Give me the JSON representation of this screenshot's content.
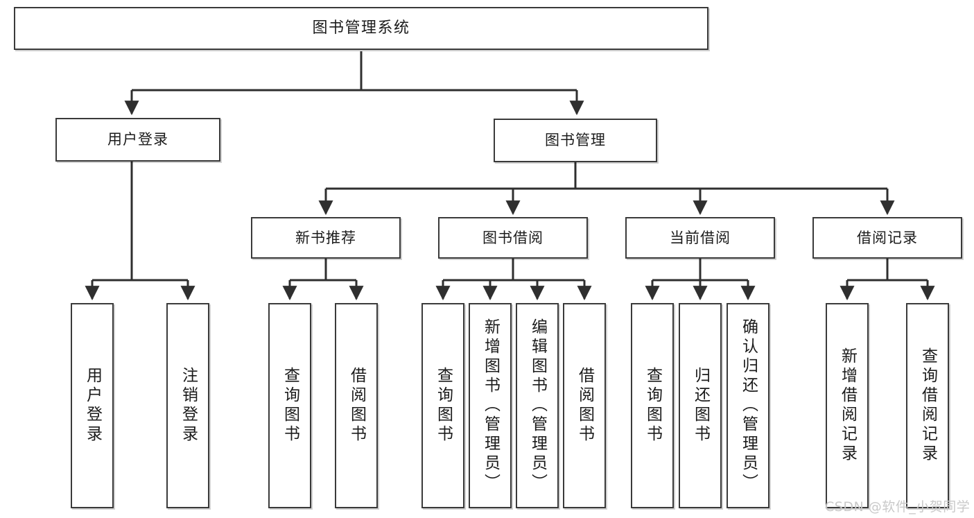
{
  "diagram": {
    "type": "tree-hierarchy",
    "title": "图书管理系统",
    "root": {
      "label": "图书管理系统"
    },
    "level1": [
      {
        "id": "user-login",
        "label": "用户登录"
      },
      {
        "id": "book-manage",
        "label": "图书管理"
      }
    ],
    "level2": [
      {
        "id": "new-book-rec",
        "label": "新书推荐",
        "parent": "book-manage"
      },
      {
        "id": "book-borrow",
        "label": "图书借阅",
        "parent": "book-manage"
      },
      {
        "id": "current-borrow",
        "label": "当前借阅",
        "parent": "book-manage"
      },
      {
        "id": "borrow-record",
        "label": "借阅记录",
        "parent": "book-manage"
      }
    ],
    "leaves": [
      {
        "id": "leaf-user-login",
        "label": "用户登录",
        "parent": "user-login"
      },
      {
        "id": "leaf-logout",
        "label": "注销登录",
        "parent": "user-login"
      },
      {
        "id": "leaf-query-book-1",
        "label": "查询图书",
        "parent": "new-book-rec"
      },
      {
        "id": "leaf-borrow-book-1",
        "label": "借阅图书",
        "parent": "new-book-rec"
      },
      {
        "id": "leaf-query-book-2",
        "label": "查询图书",
        "parent": "book-borrow"
      },
      {
        "id": "leaf-add-book",
        "label": "新增图书（管理员）",
        "parent": "book-borrow"
      },
      {
        "id": "leaf-edit-book",
        "label": "编辑图书（管理员）",
        "parent": "book-borrow"
      },
      {
        "id": "leaf-borrow-book-2",
        "label": "借阅图书",
        "parent": "book-borrow"
      },
      {
        "id": "leaf-query-book-3",
        "label": "查询图书",
        "parent": "current-borrow"
      },
      {
        "id": "leaf-return-book",
        "label": "归还图书",
        "parent": "current-borrow"
      },
      {
        "id": "leaf-confirm-return",
        "label": "确认归还（管理员）",
        "parent": "current-borrow"
      },
      {
        "id": "leaf-add-record",
        "label": "新增借阅记录",
        "parent": "borrow-record"
      },
      {
        "id": "leaf-query-record",
        "label": "查询借阅记录",
        "parent": "borrow-record"
      }
    ],
    "watermark": "CSDN @软件_小贺同学",
    "colors": {
      "border": "#3a3a3a",
      "text": "#1b1b1b",
      "background": "#ffffff",
      "connector": "#2f2f2f",
      "watermark": "#c9c9c9"
    }
  }
}
